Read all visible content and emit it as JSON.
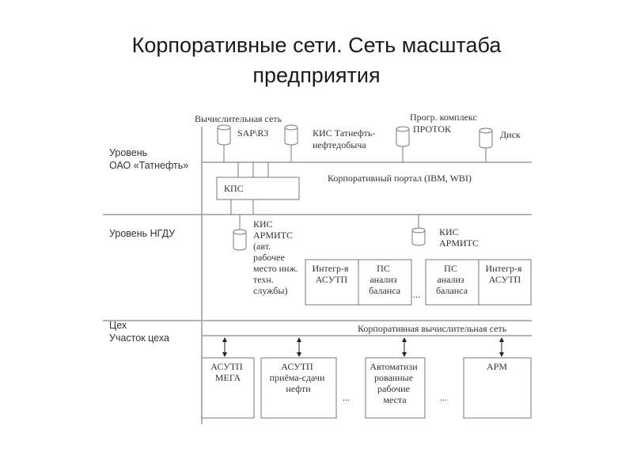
{
  "title": "Корпоративные сети. Сеть масштаба\nпредприятия",
  "levels": {
    "oao": [
      "Уровень",
      "ОАО «Татнефть»"
    ],
    "ngdu": [
      "Уровень НГДУ"
    ],
    "ceh": [
      "Цех",
      "Участок цеха"
    ]
  },
  "top_network": {
    "label": "Вычислительная сеть",
    "nodes": [
      {
        "icon": "database-icon",
        "lines": [
          "SAP\\R3"
        ]
      },
      {
        "icon": "database-icon",
        "lines": [
          "КИС Татнефть-",
          "нефтедобыча"
        ]
      },
      {
        "icon": "database-icon",
        "lines": [
          "Прогр. комплекс",
          "ПРОТОК"
        ]
      },
      {
        "icon": "database-icon",
        "lines": [
          "Диск"
        ]
      }
    ]
  },
  "kps": {
    "label": "КПС",
    "portal": "Корпоративный портал (IBM, WBI)"
  },
  "ngdu": {
    "left_db": [
      "КИС",
      "АРМИТС",
      "(авт.",
      "рабочее",
      "место инж.",
      "техн.",
      "службы)"
    ],
    "right_db": [
      "КИС",
      "АРМИТС"
    ],
    "box_left": [
      [
        "Интегр-я",
        "АСУТП"
      ],
      [
        "ПС",
        "анализ",
        "баланса"
      ]
    ],
    "box_right": [
      [
        "ПС",
        "анализ",
        "баланса"
      ],
      [
        "Интегр-я",
        "АСУТП"
      ]
    ],
    "ellipsis": "..."
  },
  "workshop": {
    "network_label": "Корпоративная вычислительная сеть",
    "boxes": [
      [
        "АСУТП",
        "МЕГА"
      ],
      [
        "АСУТП",
        "приёма-сдачи",
        "нефти"
      ],
      [
        "Автоматизи",
        "рованные",
        "рабочие",
        "места"
      ],
      [
        "АРМ"
      ]
    ],
    "ellipsis": "..."
  }
}
